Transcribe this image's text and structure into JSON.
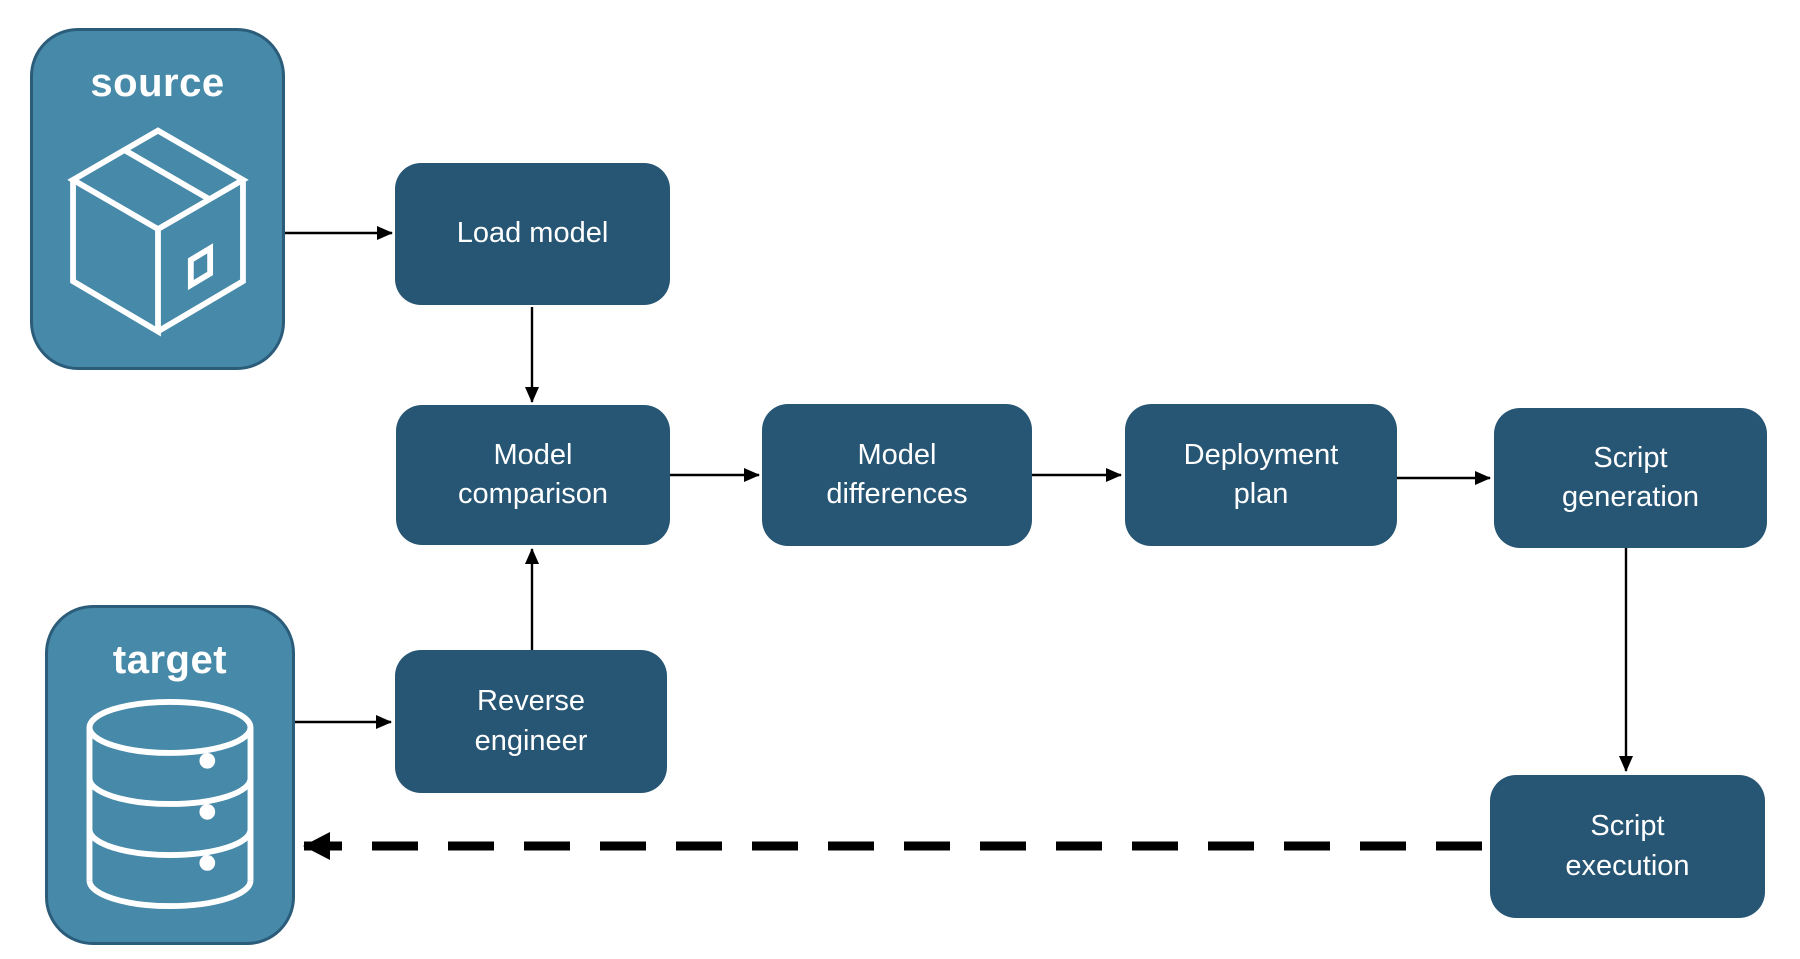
{
  "theme": {
    "background": "#ffffff",
    "entity_fill": "#4689a8",
    "entity_border": "#2b5c7a",
    "process_fill": "#275674",
    "text_color": "#ffffff",
    "arrow_color": "#000000"
  },
  "entities": [
    {
      "id": "source",
      "label": "source",
      "icon": "package-icon"
    },
    {
      "id": "target",
      "label": "target",
      "icon": "database-icon"
    }
  ],
  "nodes": [
    {
      "id": "load-model",
      "label": "Load model"
    },
    {
      "id": "model-comparison",
      "label": "Model comparison"
    },
    {
      "id": "model-differences",
      "label": "Model differences"
    },
    {
      "id": "deployment-plan",
      "label": "Deployment plan"
    },
    {
      "id": "script-generation",
      "label": "Script generation"
    },
    {
      "id": "reverse-engineer",
      "label": "Reverse engineer"
    },
    {
      "id": "script-execution",
      "label": "Script execution"
    }
  ],
  "connections": [
    {
      "from": "source",
      "to": "load-model",
      "style": "solid"
    },
    {
      "from": "load-model",
      "to": "model-comparison",
      "style": "solid"
    },
    {
      "from": "model-comparison",
      "to": "model-differences",
      "style": "solid"
    },
    {
      "from": "model-differences",
      "to": "deployment-plan",
      "style": "solid"
    },
    {
      "from": "deployment-plan",
      "to": "script-generation",
      "style": "solid"
    },
    {
      "from": "script-generation",
      "to": "script-execution",
      "style": "solid"
    },
    {
      "from": "target",
      "to": "reverse-engineer",
      "style": "solid"
    },
    {
      "from": "reverse-engineer",
      "to": "model-comparison",
      "style": "solid"
    },
    {
      "from": "script-execution",
      "to": "target",
      "style": "dashed"
    }
  ]
}
